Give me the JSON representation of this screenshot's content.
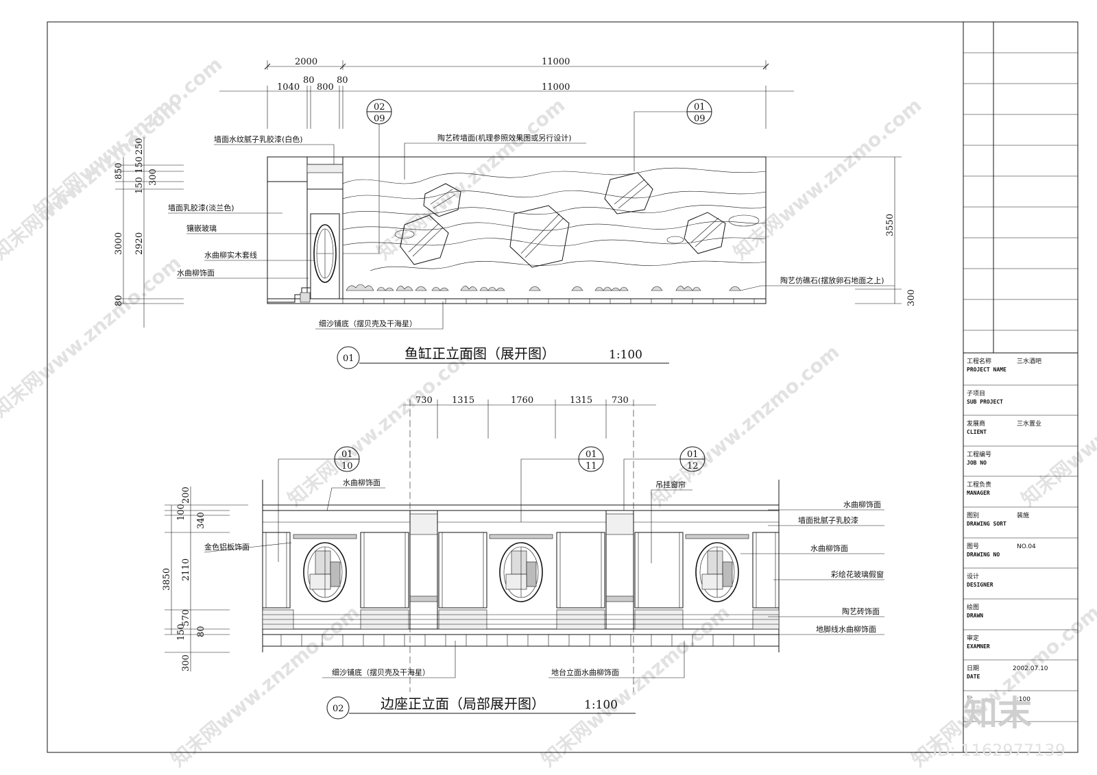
{
  "drawing1": {
    "title": "鱼缸正立面图（展开图）",
    "scale": "1:100",
    "number": "01",
    "dims_top_row1": [
      "2000",
      "11000"
    ],
    "dims_top_row2": [
      "1040",
      "80",
      "800",
      "80",
      "11000"
    ],
    "dims_left_outer": [
      "850",
      "3000",
      "80"
    ],
    "dims_left_inner": [
      "250",
      "150",
      "150",
      "300",
      "2920"
    ],
    "dims_right": [
      "3550",
      "300"
    ],
    "callouts": [
      {
        "top": "02",
        "bottom": "09"
      },
      {
        "top": "01",
        "bottom": "09"
      }
    ],
    "labels": {
      "wall_top": "墙面水纹腻子乳胶漆(白色)",
      "ceramic": "陶艺砖墙面(机理参照效果图或另行设计)",
      "wall_blue": "墙面乳胶漆(淡兰色)",
      "glass": "镶嵌玻璃",
      "trim": "水曲柳实木套线",
      "veneer": "水曲柳饰面",
      "reef": "陶艺仿礁石(摆放卵石地面之上)",
      "sand": "细沙铺底（摆贝壳及干海星）"
    }
  },
  "drawing2": {
    "title": "边座正立面（局部展开图）",
    "scale": "1:100",
    "number": "02",
    "dims_top": [
      "730",
      "1315",
      "1760",
      "1315",
      "730"
    ],
    "dims_left_outer": [
      "3850",
      "300"
    ],
    "dims_left_inner": [
      "200",
      "100",
      "340",
      "2110",
      "570",
      "150",
      "80"
    ],
    "callouts": [
      {
        "top": "01",
        "bottom": "10"
      },
      {
        "top": "01",
        "bottom": "11"
      },
      {
        "top": "01",
        "bottom": "12"
      }
    ],
    "labels": {
      "veneer_top_left": "水曲柳饰面",
      "curtain": "吊挂窗帘",
      "veneer_right1": "水曲柳饰面",
      "putty": "墙面批腻子乳胶漆",
      "gold": "金色铝板饰面",
      "veneer_right2": "水曲柳饰面",
      "stained": "彩绘花玻璃假窗",
      "ceramic": "陶艺砖饰面",
      "skirting": "地脚线水曲柳饰面",
      "sand": "细沙铺底（摆贝壳及干海星）",
      "platform": "地台立面水曲柳饰面"
    }
  },
  "title_block": {
    "rows": [
      {
        "cn": "工程名称",
        "en": "PROJECT NAME",
        "value": "三水酒吧"
      },
      {
        "cn": "子项目",
        "en": "SUB PROJECT",
        "value": ""
      },
      {
        "cn": "发展商",
        "en": "CLIENT",
        "value": "三水置业"
      },
      {
        "cn": "工程编号",
        "en": "JOB NO",
        "value": ""
      },
      {
        "cn": "工程负责",
        "en": "MANAGER",
        "value": ""
      },
      {
        "cn": "图别",
        "en": "DRAWING SORT",
        "value": "装施"
      },
      {
        "cn": "图号",
        "en": "DRAWING NO",
        "value": "NO.04"
      },
      {
        "cn": "设计",
        "en": "DESIGNER",
        "value": ""
      },
      {
        "cn": "绘图",
        "en": "DRAWN",
        "value": ""
      },
      {
        "cn": "审定",
        "en": "EXAMNER",
        "value": ""
      },
      {
        "cn": "日期",
        "en": "DATE",
        "value": "2002.07.10"
      },
      {
        "cn": "比",
        "en": "",
        "value": "1:100"
      }
    ]
  },
  "watermark": {
    "site": "知末网www.znzmo.com",
    "logo": "知末",
    "id": "ID: 1162977139"
  }
}
